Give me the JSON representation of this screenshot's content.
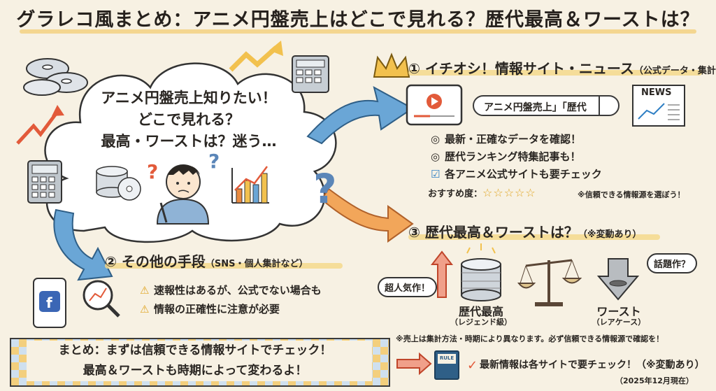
{
  "title": "グラレコ風まとめ：アニメ円盤売上はどこで見れる？歴代最高＆ワーストは？",
  "cloud": {
    "line1": "アニメ円盤売上知りたい！",
    "line2": "どこで見れる？",
    "line3": "最高・ワーストは？迷う…"
  },
  "section1": {
    "number": "①",
    "title": "イチオシ！情報サイト・ニュース",
    "subtitle": "（公式データ・集計）",
    "search_text": "アニメ円盤売上」「歴代",
    "news_label": "NEWS",
    "bullets": [
      {
        "mark": "◎",
        "text": "最新・正確なデータを確認！"
      },
      {
        "mark": "◎",
        "text": "歴代ランキング特集記事も！"
      },
      {
        "mark": "☑",
        "text": "各アニメ公式サイトも要チェック"
      }
    ],
    "recommend_label": "おすすめ度：",
    "recommend_stars": "☆☆☆☆☆",
    "recommend_note": "※信頼できる情報源を選ぼう！"
  },
  "section2": {
    "number": "②",
    "title": "その他の手段",
    "subtitle": "（SNS・個人集計など）",
    "bullets": [
      {
        "mark": "⚠",
        "text": "速報性はあるが、公式でない場合も"
      },
      {
        "mark": "⚠",
        "text": "情報の正確性に注意が必要"
      }
    ]
  },
  "section3": {
    "number": "③",
    "title": "歴代最高＆ワーストは？",
    "subtitle": "（※変動あり）",
    "bubble_best": "超人気作！",
    "bubble_worst": "話題作？",
    "best_label": "歴代最高",
    "best_sub": "（レジェンド級）",
    "worst_label": "ワースト",
    "worst_sub": "（レアケース）",
    "note": "※売上は集計方法・時期により異なります。必ず信頼できる情報源で確認を！"
  },
  "summary": {
    "line1": "まとめ：まずは信頼できる情報サイトでチェック！",
    "line2": "最高＆ワーストも時期によって変わるよ！"
  },
  "footer": {
    "rule_label": "RULE",
    "text": "最新情報は各サイトで要チェック！（※変動あり）",
    "date": "（2025年12月現在）"
  },
  "colors": {
    "accent_yellow": "#f2cf7a",
    "accent_blue": "#5b9bd5",
    "accent_orange": "#e98a3f",
    "accent_red": "#e25a3a"
  }
}
